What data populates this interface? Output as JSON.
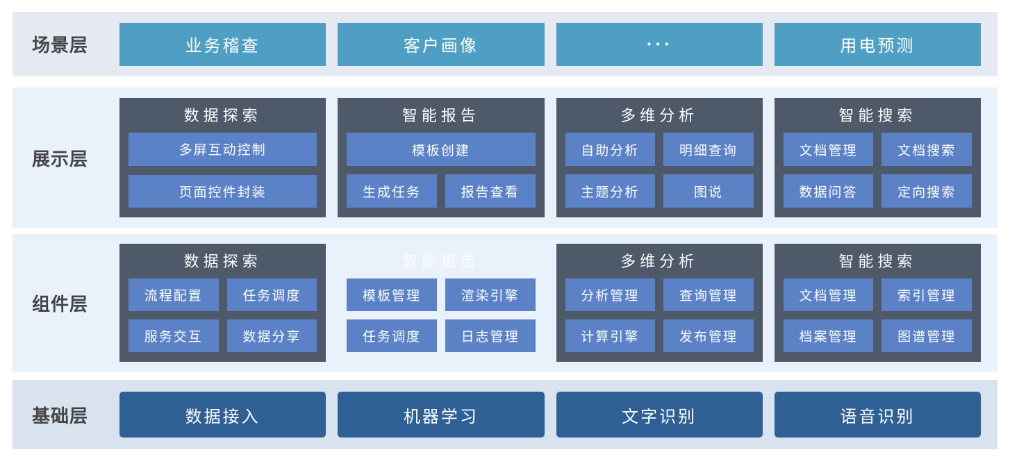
{
  "colors": {
    "scene_band": "#e5e9f2",
    "mid_band": "#e9f1fa",
    "foundation_band": "#d9e3f0",
    "scene_button": "#4f9fc4",
    "card_background": "#4e5a69",
    "card_button": "#5b82c7",
    "foundation_button": "#2e5f95",
    "label_text": "#454549"
  },
  "layers": {
    "scene": {
      "label": "场景层",
      "items": [
        "业务稽查",
        "客户画像",
        "···",
        "用电预测"
      ]
    },
    "presentation": {
      "label": "展示层",
      "cards": [
        {
          "title": "数据探索",
          "buttons": [
            "多屏互动控制",
            "页面控件封装"
          ]
        },
        {
          "title": "智能报告",
          "buttons": [
            "模板创建",
            "生成任务",
            "报告查看"
          ]
        },
        {
          "title": "多维分析",
          "buttons": [
            "自助分析",
            "明细查询",
            "主题分析",
            "图说"
          ]
        },
        {
          "title": "智能搜索",
          "buttons": [
            "文档管理",
            "文档搜索",
            "数据问答",
            "定向搜索"
          ]
        }
      ]
    },
    "component": {
      "label": "组件层",
      "cards": [
        {
          "title": "数据探索",
          "buttons": [
            "流程配置",
            "任务调度",
            "服务交互",
            "数据分享"
          ]
        },
        {
          "title": "智能报告",
          "buttons": [
            "模板管理",
            "渲染引擎",
            "任务调度",
            "日志管理"
          ]
        },
        {
          "title": "多维分析",
          "buttons": [
            "分析管理",
            "查询管理",
            "计算引擎",
            "发布管理"
          ]
        },
        {
          "title": "智能搜索",
          "buttons": [
            "文档管理",
            "索引管理",
            "档案管理",
            "图谱管理"
          ]
        }
      ]
    },
    "foundation": {
      "label": "基础层",
      "items": [
        "数据接入",
        "机器学习",
        "文字识别",
        "语音识别"
      ]
    }
  }
}
